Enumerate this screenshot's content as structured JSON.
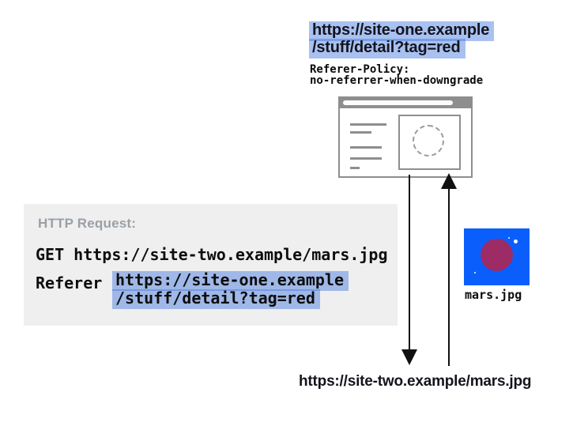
{
  "diagram": {
    "site_one_url": {
      "line1": "https://site-one.example",
      "line2": "/stuff/detail?tag=red"
    },
    "referer_policy": {
      "line1": "Referer-Policy:",
      "line2": "no-referrer-when-downgrade"
    },
    "http_request": {
      "title": "HTTP Request:",
      "get_line": "GET https://site-two.example/mars.jpg",
      "referer_label": "Referer",
      "referer_value_line1": "https://site-one.example",
      "referer_value_line2": "/stuff/detail?tag=red"
    },
    "image": {
      "label": "mars.jpg"
    },
    "destination_url": "https://site-two.example/mars.jpg",
    "colors": {
      "highlight_blue": "#A7C3EF",
      "highlight_overlap": "#78A2E6",
      "request_box_bg": "#EFEFEF",
      "muted_title_gray": "#9AA0A6",
      "browser_gray": "#8E8E8E",
      "image_bg_blue": "#0A5FFC",
      "planet_maroon": "#9C2B66",
      "arrow_black": "#111111"
    }
  }
}
